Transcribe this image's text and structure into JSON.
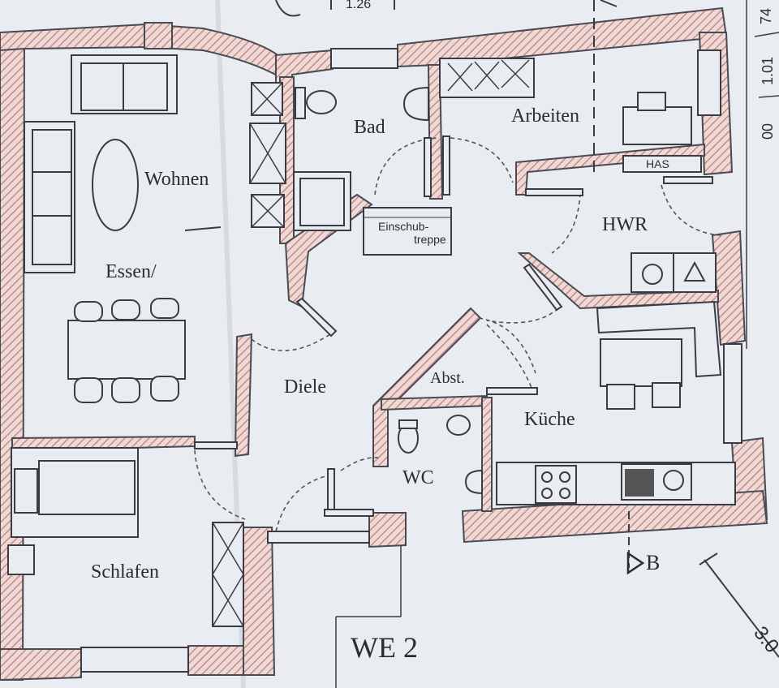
{
  "plan": {
    "unit_label": "WE 2",
    "section_marker": "B",
    "dimensions": {
      "top": "1.26",
      "right_1": "74",
      "right_2": "1.01",
      "right_3": "00",
      "diagonal": "3.0"
    },
    "rooms": {
      "wohnen": "Wohnen",
      "essen": "Essen/",
      "bad": "Bad",
      "arbeiten": "Arbeiten",
      "hwr": "HWR",
      "has": "HAS",
      "einschub_1": "Einschub-",
      "einschub_2": "treppe",
      "diele": "Diele",
      "abst": "Abst.",
      "kueche": "Küche",
      "wc": "WC",
      "schlafen": "Schlafen"
    },
    "colors": {
      "wall_hatch": "#c98b86",
      "paper": "#e9ecf1",
      "ink": "#2c2c33"
    }
  }
}
